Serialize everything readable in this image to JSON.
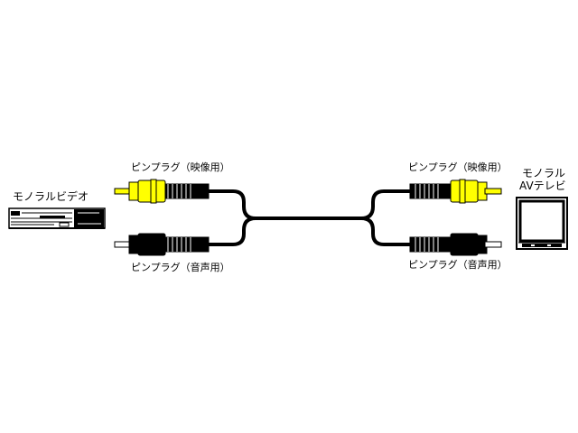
{
  "source_device": {
    "label": "モノラルビデオ"
  },
  "left_plugs": {
    "video_label": "ピンプラグ（映像用）",
    "audio_label": "ピンプラグ（音声用）"
  },
  "right_plugs": {
    "video_label": "ピンプラグ（映像用）",
    "audio_label": "ピンプラグ（音声用）"
  },
  "target_device": {
    "label_line1": "モノラル",
    "label_line2": "AVテレビ"
  },
  "colors": {
    "video_plug": "#ffff00",
    "audio_plug": "#000000",
    "cable": "#000000",
    "background": "#ffffff"
  },
  "icons": [
    "vcr-icon",
    "television-icon",
    "rca-plug-icon",
    "cable-icon"
  ]
}
